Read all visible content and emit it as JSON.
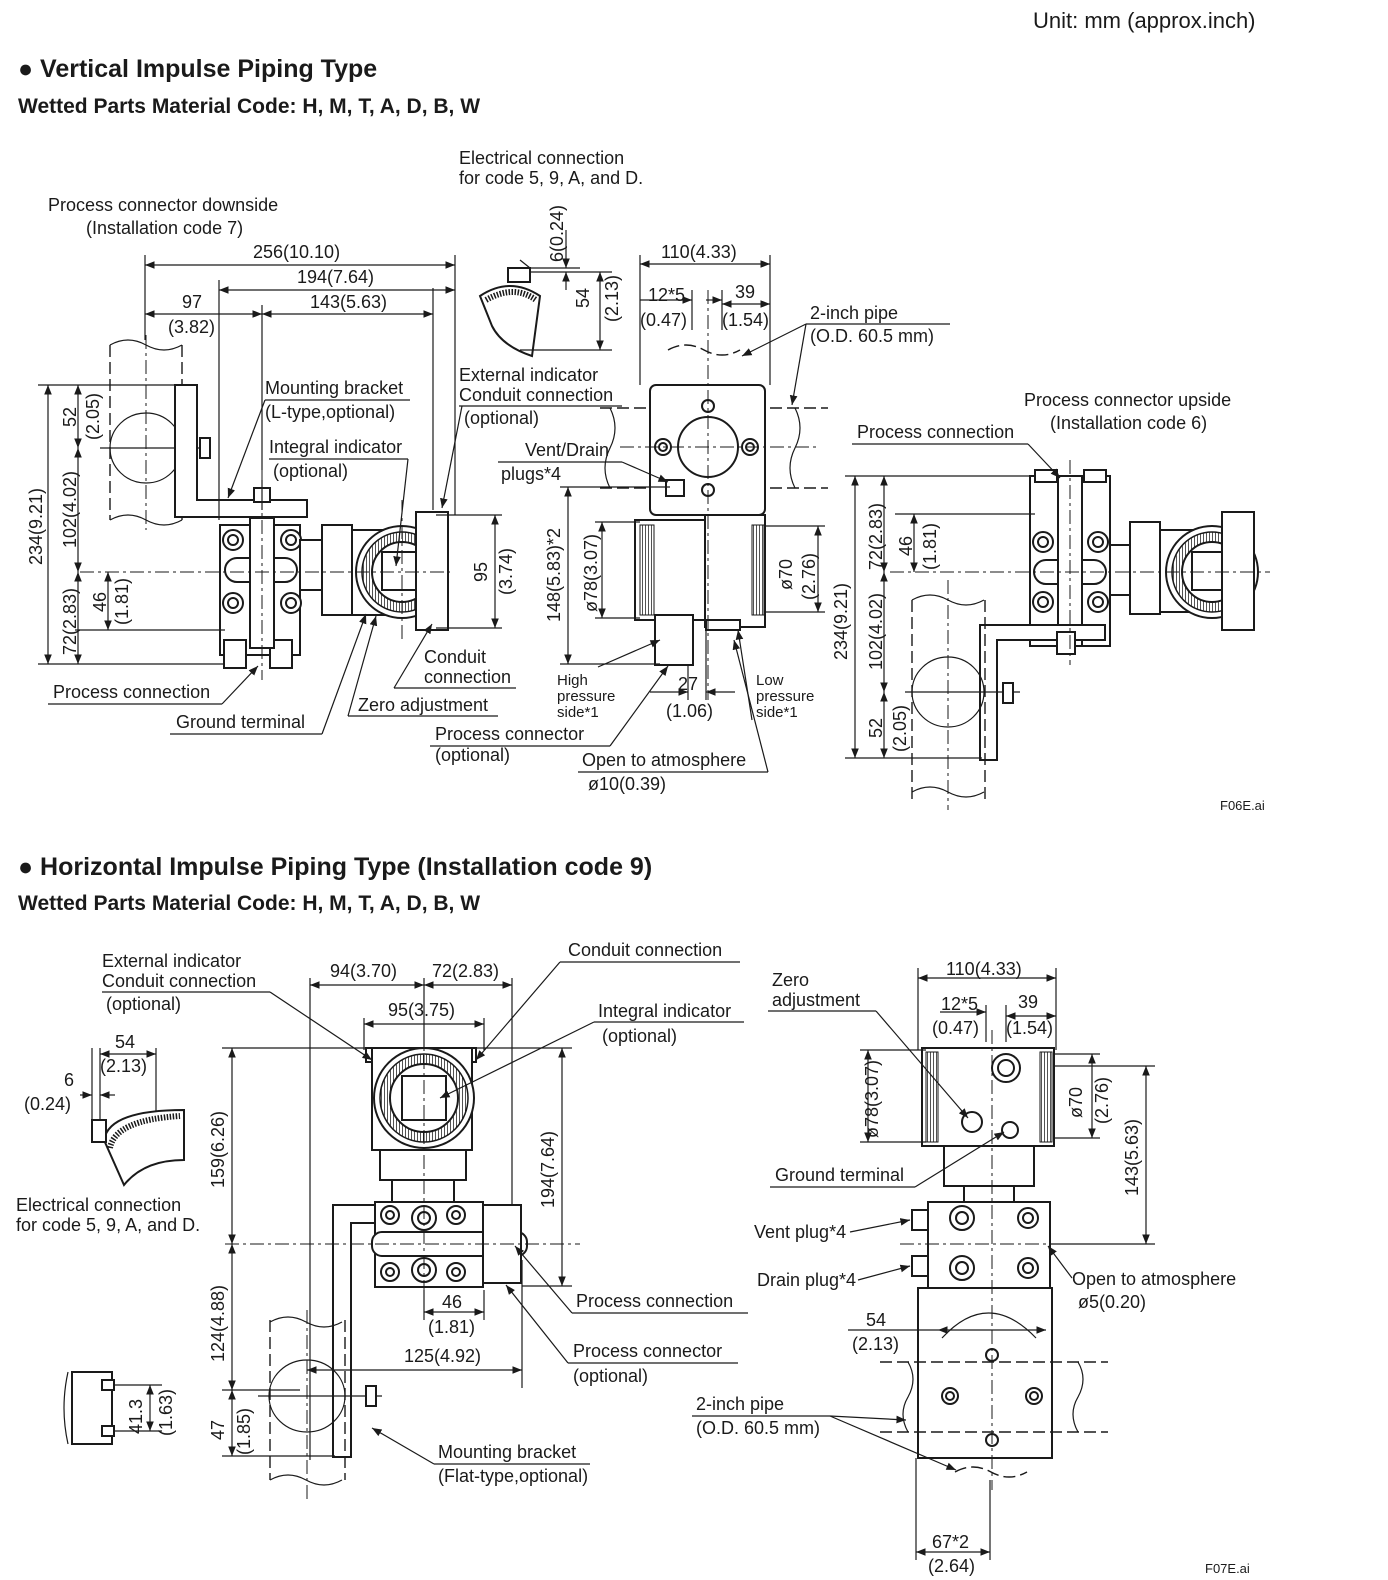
{
  "unit_note": "Unit: mm (approx.inch)",
  "section1": {
    "title": "● Vertical Impulse Piping Type",
    "subtitle": "Wetted Parts Material Code: H, M, T, A, D, B, W",
    "labels": {
      "elec_conn": [
        "Electrical connection",
        "for code 5, 9, A, and D."
      ],
      "conn_down": [
        "Process connector downside",
        "(Installation code 7)"
      ],
      "mount_bracket": [
        "Mounting bracket",
        "(L-type,optional)"
      ],
      "integral_ind": [
        "Integral indicator",
        "(optional)"
      ],
      "ext_ind": [
        "External indicator",
        "Conduit connection",
        "(optional)"
      ],
      "vent_drain": [
        "Vent/Drain",
        "plugs*4"
      ],
      "two_inch_pipe": [
        "2-inch pipe",
        "(O.D. 60.5 mm)"
      ],
      "conn_up": [
        "Process connector upside",
        "(Installation code 6)"
      ],
      "process_conn_right": "Process connection",
      "conduit_conn": [
        "Conduit",
        "connection"
      ],
      "process_conn_left": "Process connection",
      "ground_terminal": "Ground terminal",
      "zero_adj": "Zero adjustment",
      "high_side": [
        "High",
        "pressure",
        "side*1"
      ],
      "low_side": [
        "Low",
        "pressure",
        "side*1"
      ],
      "process_connector_opt": [
        "Process connector",
        "(optional)"
      ],
      "open_atm": [
        "Open to atmosphere",
        "ø10(0.39)"
      ],
      "file": "F06E.ai"
    },
    "dims": {
      "d256": "256(10.10)",
      "d194": "194(7.64)",
      "d143": "143(5.63)",
      "d97": "97",
      "d97i": "(3.82)",
      "d52": "52",
      "d52i": "(2.05)",
      "d234": "234(9.21)",
      "d102": "102(4.02)",
      "d72": "72(2.83)",
      "d46": "46",
      "d46i": "(1.81)",
      "d95": "95",
      "d95i": "(3.74)",
      "d6": "6(0.24)",
      "d54": "54",
      "d54i": "(2.13)",
      "d110": "110(4.33)",
      "d12": "12*5",
      "d12i": "(0.47)",
      "d39": "39",
      "d39i": "(1.54)",
      "d148": "148(5.83)*2",
      "d78": "ø78(3.07)",
      "d70": "ø70",
      "d70i": "(2.76)",
      "d27": "27",
      "d27i": "(1.06)",
      "r72": "72(2.83)",
      "r46": "46",
      "r46i": "(1.81)",
      "r234": "234(9.21)",
      "r102": "102(4.02)",
      "r52": "52",
      "r52i": "(2.05)"
    }
  },
  "section2": {
    "title": "● Horizontal Impulse Piping Type (Installation code 9)",
    "subtitle": "Wetted Parts Material Code: H, M, T, A, D, B, W",
    "labels": {
      "ext_ind": [
        "External indicator",
        "Conduit connection",
        "(optional)"
      ],
      "conduit_conn": "Conduit connection",
      "integral_ind": [
        "Integral indicator",
        "(optional)"
      ],
      "elec_conn": [
        "Electrical connection",
        "for code 5, 9, A, and D."
      ],
      "process_conn": "Process connection",
      "process_connector": [
        "Process connector",
        "(optional)"
      ],
      "mount_bracket": [
        "Mounting bracket",
        "(Flat-type,optional)"
      ],
      "zero_adj": [
        "Zero",
        "adjustment"
      ],
      "ground_terminal": "Ground terminal",
      "vent_plug": "Vent plug*4",
      "drain_plug": "Drain plug*4",
      "open_atm": [
        "Open to atmosphere",
        "ø5(0.20)"
      ],
      "two_inch_pipe": [
        "2-inch pipe",
        "(O.D. 60.5 mm)"
      ],
      "file": "F07E.ai"
    },
    "dims": {
      "d94": "94(3.70)",
      "d72": "72(2.83)",
      "d95": "95(3.75)",
      "d54": "54",
      "d54i": "(2.13)",
      "d6": "6",
      "d6i": "(0.24)",
      "d159": "159(6.26)",
      "d194": "194(7.64)",
      "d124": "124(4.88)",
      "d47": "47",
      "d47i": "(1.85)",
      "d46": "46",
      "d46i": "(1.81)",
      "d125": "125(4.92)",
      "d41": "41.3",
      "d41i": "(1.63)",
      "d110": "110(4.33)",
      "d12": "12*5",
      "d12i": "(0.47)",
      "d39": "39",
      "d39i": "(1.54)",
      "d78": "ø78(3.07)",
      "d70": "ø70",
      "d70i": "(2.76)",
      "d143": "143(5.63)",
      "r54": "54",
      "r54i": "(2.13)",
      "d67": "67*2",
      "d67i": "(2.64)"
    }
  }
}
